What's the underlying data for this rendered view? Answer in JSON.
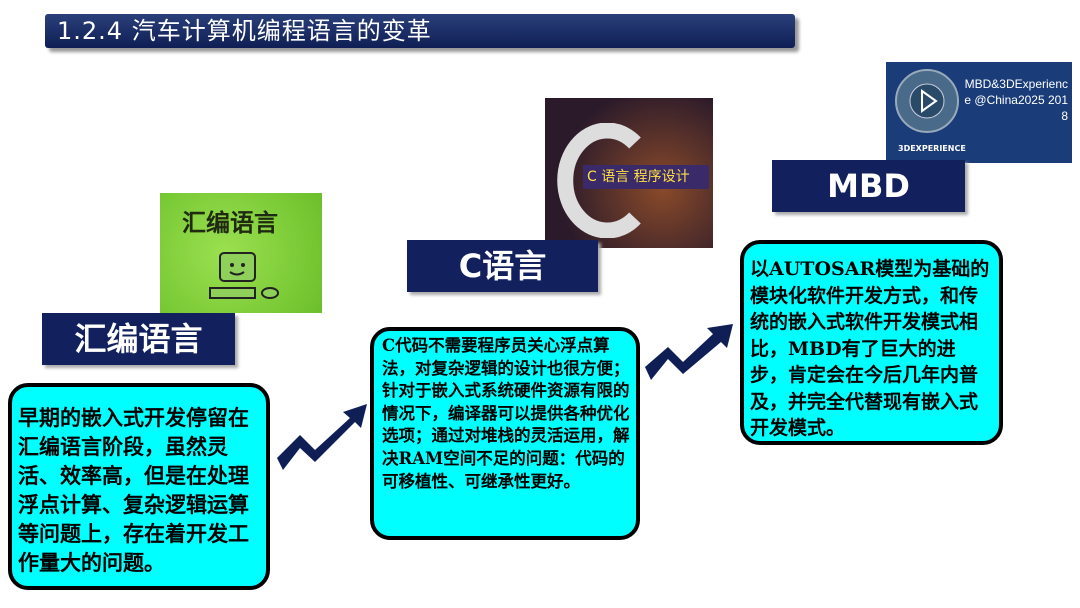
{
  "title": "1.2.4  汽车计算机编程语言的变革",
  "sections": [
    {
      "label": "汇编语言",
      "image_text": "汇编语言",
      "text": "早期的嵌入式开发停留在汇编语言阶段，虽然灵活、效率高，但是在处理浮点计算、复杂逻辑运算等问题上，存在着开发工作量大的问题。"
    },
    {
      "label": "C语言",
      "image_text": "C 语言 程序设计",
      "text": "C代码不需要程序员关心浮点算法，对复杂逻辑的设计也很方便；针对于嵌入式系统硬件资源有限的情况下，编译器可以提供各种优化选项；通过对堆栈的灵活运用，解决RAM空间不足的问题：代码的可移植性、可继承性更好。"
    },
    {
      "label": "MBD",
      "image_text": "MBD&3DExperience @China2025 2018",
      "image_brand": "3DEXPERIENCE",
      "text": "以AUTOSAR模型为基础的模块化软件开发方式，和传统的嵌入式软件开发模式相比，MBD有了巨大的进步，肯定会在今后几年内普及，并完全代替现有嵌入式开发模式。"
    }
  ]
}
